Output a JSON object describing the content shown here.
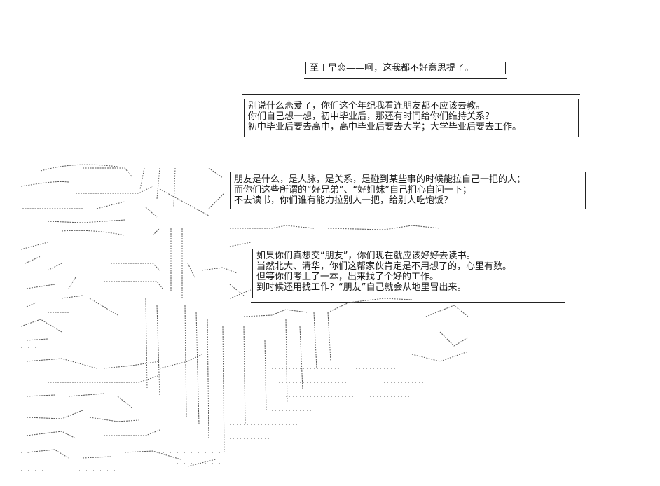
{
  "dialogue": [
    {
      "lines": [
        "至于早恋——呵，这我都不好意思提了。"
      ]
    },
    {
      "lines": [
        "别说什么恋爱了，你们这个年纪我看连朋友都不应该去教。",
        "你们自己想一想，初中毕业后，那还有时间给你们维持关系？",
        "初中毕业后要去高中，高中毕业后要去大学；大学毕业后要去工作。"
      ]
    },
    {
      "lines": [
        "朋友是什么，是人脉，是关系，是碰到某些事的时候能拉自己一把的人；",
        "而你们这些所谓的“好兄弟”、“好姐妹”自己扪心自问一下；",
        "不去读书，你们谁有能力拉别人一把，给别人吃饱饭？"
      ]
    },
    {
      "lines": [
        "如果你们真想交“朋友”，你们现在就应该好好去读书。",
        "当然北大、清华，你们这帮家伙肯定是不用想了的，心里有数。",
        "但等你们考上了一本，出来找了个好的工作。",
        "到时候还用找工作？“朋友”自己就会从地里冒出来。"
      ]
    }
  ],
  "art": {
    "description_icon": "ascii-art-figure-icon",
    "ink_color": "#444444"
  }
}
